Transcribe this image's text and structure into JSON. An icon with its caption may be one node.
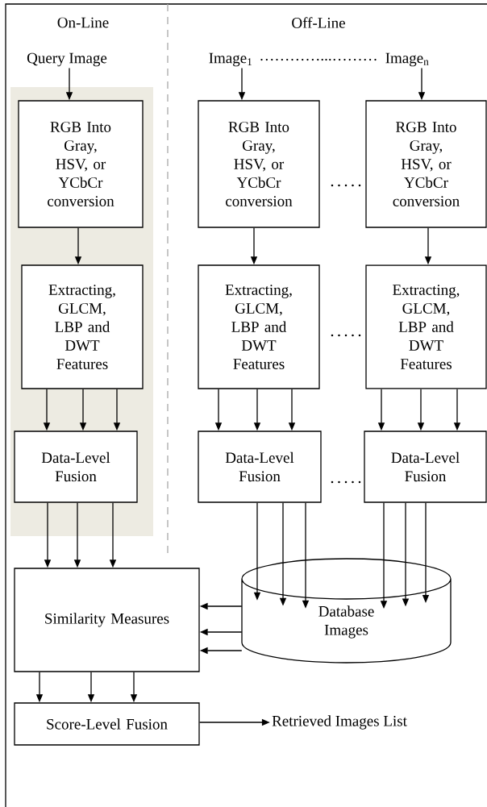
{
  "diagram": {
    "nodes": [
      {
        "text": [
          "Query Image"
        ]
      },
      {
        "text": [
          "RGB Into Gray, HSV, or YCbCr conversion"
        ]
      },
      {
        "text": [
          "Extracting, GLCM, LBP and DWT Features"
        ]
      },
      {
        "text": [
          "Data-Level Fusion"
        ]
      },
      {
        "text": [
          "Image$_{1}$"
        ]
      },
      {
        "text": [
          "Image$_{n}$"
        ]
      },
      {
        "text": [
          "RGB Into Gray, HSV, or YCbCr conversion"
        ]
      },
      {
        "text": [
          "RGB Into Gray, HSV, or YCbCr conversion"
        ]
      },
      {
        "text": [
          "Extracting, GLCM, LBP and DWT Features"
        ]
      },
      {
        "text": [
          "Extracting, GLCM, LBP and DWT Features"
        ]
      },
      {
        "text": [
          "Data-Level Fusion"
        ]
      },
      {
        "text": [
          "Data-Level Fusion"
        ]
      },
      {
        "text": [
          "Similarity Measures"
        ]
      },
      {
        "text": [
          "Database Images"
        ]
      },
      {
        "text": [
          "Score-Level Fusion"
        ]
      },
      {
        "text": [
          "Retrieved Images List"
        ]
      }
    ],
    "edges": [
      {
        "from": 0,
        "to": 1,
        "arrow": "to"
      },
      {
        "from": 1,
        "to": 2,
        "arrow": "to"
      },
      {
        "from": 2,
        "to": 3,
        "arrow": "to"
      },
      {
        "from": 2,
        "to": 3,
        "arrow": "to"
      },
      {
        "from": 2,
        "to": 3,
        "arrow": "to"
      },
      {
        "from": 3,
        "to": 12,
        "arrow": "to"
      },
      {
        "from": 3,
        "to": 12,
        "arrow": "to"
      },
      {
        "from": 3,
        "to": 12,
        "arrow": "to"
      },
      {
        "from": 4,
        "to": 6,
        "arrow": "to"
      },
      {
        "from": 5,
        "to": 7,
        "arrow": "to"
      },
      {
        "from": 6,
        "to": 8,
        "arrow": "to"
      },
      {
        "from": 7,
        "to": 9,
        "arrow": "to"
      },
      {
        "from": 8,
        "to": 10,
        "arrow": "to"
      },
      {
        "from": 8,
        "to": 10,
        "arrow": "to"
      },
      {
        "from": 8,
        "to": 10,
        "arrow": "to"
      },
      {
        "from": 9,
        "to": 11,
        "arrow": "to"
      },
      {
        "from": 9,
        "to": 11,
        "arrow": "to"
      },
      {
        "from": 9,
        "to": 11,
        "arrow": "to"
      },
      {
        "from": 10,
        "to": 13,
        "arrow": "to"
      },
      {
        "from": 10,
        "to": 13,
        "arrow": "to"
      },
      {
        "from": 10,
        "to": 13,
        "arrow": "to"
      },
      {
        "from": 11,
        "to": 13,
        "arrow": "to"
      },
      {
        "from": 11,
        "to": 13,
        "arrow": "to"
      },
      {
        "from": 11,
        "to": 13,
        "arrow": "to"
      },
      {
        "from": 13,
        "to": 12,
        "arrow": "to"
      },
      {
        "from": 13,
        "to": 12,
        "arrow": "to"
      },
      {
        "from": 13,
        "to": 12,
        "arrow": "to"
      },
      {
        "from": 12,
        "to": 14,
        "arrow": "to"
      },
      {
        "from": 12,
        "to": 14,
        "arrow": "to"
      },
      {
        "from": 12,
        "to": 14,
        "arrow": "to"
      },
      {
        "from": 14,
        "to": 15,
        "arrow": "to"
      }
    ],
    "labels": [
      "On-Line",
      "Off-Line",
      "…………...………"
    ]
  }
}
